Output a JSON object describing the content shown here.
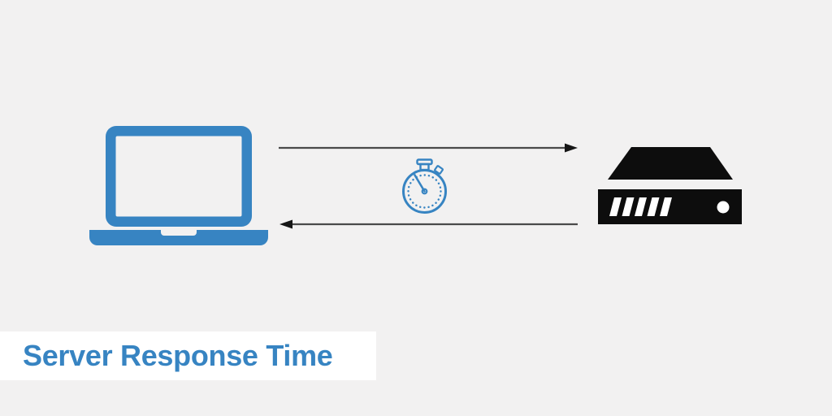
{
  "title": {
    "label": "Server Response Time"
  },
  "diagram": {
    "client_icon": "laptop-icon",
    "timer_icon": "stopwatch-icon",
    "server_icon": "server-icon",
    "request_arrow_direction": "right",
    "response_arrow_direction": "left"
  },
  "colors": {
    "accent_blue": "#3784c2",
    "icon_black": "#0d0d0d",
    "arrow_line": "#4a4a4a",
    "arrow_head": "#161616",
    "background": "#f2f1f1",
    "band_white": "#ffffff"
  }
}
